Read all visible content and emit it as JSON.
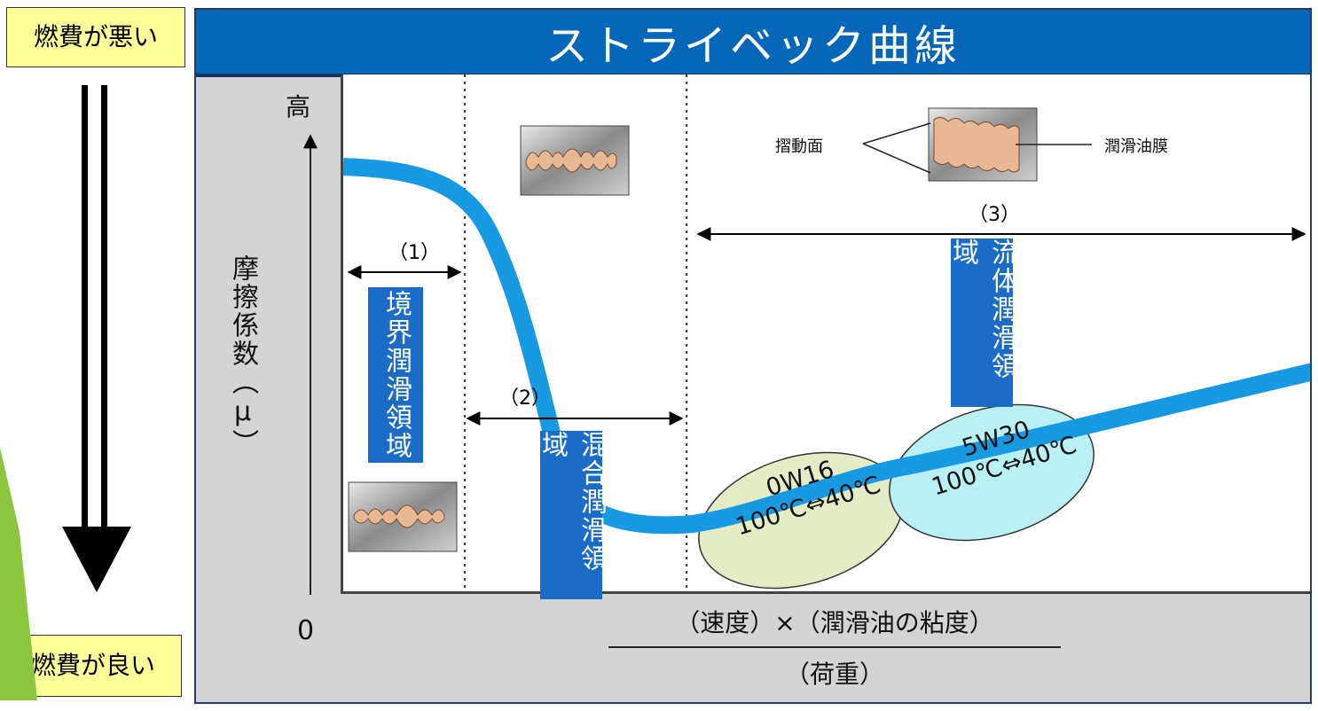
{
  "labels": {
    "fuel_bad": "燃費が悪い",
    "fuel_good": "燃費が良い"
  },
  "title": "ストライベック曲線",
  "axis": {
    "y_high": "高",
    "y_zero": "0",
    "y_label": "摩擦係数（μ）",
    "x_numerator": "（速度）×（潤滑油の粘度）",
    "x_denominator": "（荷重）"
  },
  "regions": [
    {
      "number": "（1）",
      "name": "境界潤滑領域"
    },
    {
      "number": "（2）",
      "name": "混合潤滑領域"
    },
    {
      "number": "（3）",
      "name": "流体潤滑領域"
    }
  ],
  "callouts": {
    "sliding_surface": "摺動面",
    "oil_film": "潤滑油膜"
  },
  "oils": [
    {
      "grade": "0W16",
      "range": "100℃⇔40℃",
      "color": "#e4ecc6"
    },
    {
      "grade": "5W30",
      "range": "100℃⇔40℃",
      "color": "#b8f0f4"
    }
  ],
  "colors": {
    "title_bar": "#0667b8",
    "curve": "#189ae2",
    "region_box": "#1b6cc6",
    "label_bg": "#ffff99",
    "accent_green": "#8cc63f"
  }
}
